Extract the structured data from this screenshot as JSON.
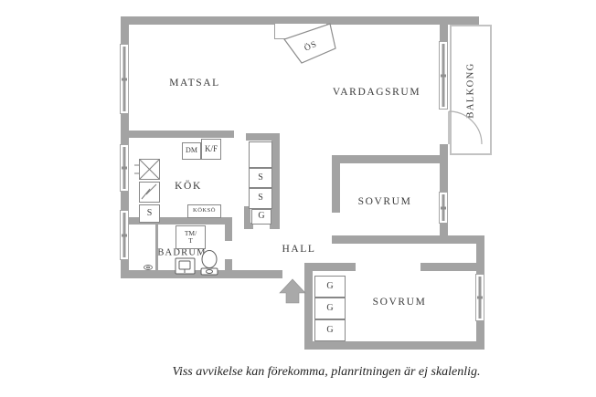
{
  "labels": {
    "matsal": "MATSAL",
    "vardagsrum": "VARDAGSRUM",
    "balkong": "BALKONG",
    "kok": "KÖK",
    "sovrum_1": "SOVRUM",
    "sovrum_2": "SOVRUM",
    "badrum": "BADRUM",
    "hall": "HALL"
  },
  "fixtures": {
    "oppen_spis": "ÖS",
    "diskmaskin": "DM",
    "kyl_frys": "K/F",
    "kokso": "KÖKSÖ",
    "skap_kok": "S",
    "tmt_line1": "TM/",
    "tmt_line2": "T",
    "skap_hall_1": "S",
    "skap_hall_2": "S",
    "garderob_hall": "G",
    "garderob_1": "G",
    "garderob_2": "G",
    "garderob_3": "G"
  },
  "footer": {
    "disclaimer": "Viss avvikelse kan förekomma, planritningen är ej skalenlig."
  },
  "colors": {
    "wall": "#a3a3a3",
    "balcony_outline": "#c2c2c2",
    "fixture_stroke": "#8c8c8c",
    "text": "#3a3a3a",
    "entrance_arrow": "#a9a9a9"
  }
}
